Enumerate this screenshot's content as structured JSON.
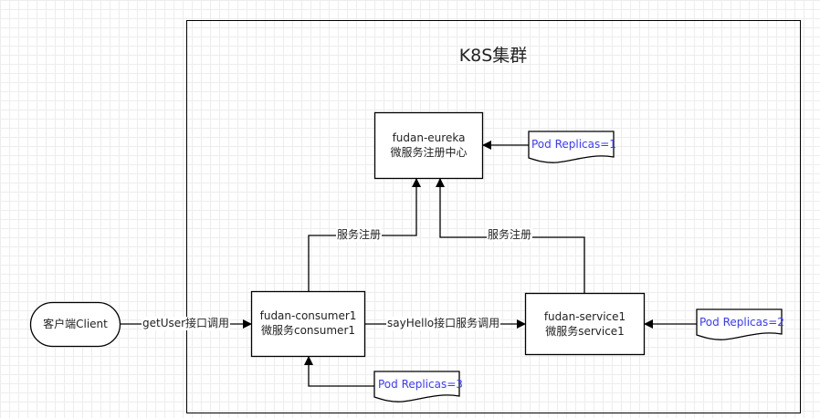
{
  "cluster": {
    "title": "K8S集群"
  },
  "client": {
    "label": "客户端Client"
  },
  "eureka": {
    "name": "fudan-eureka",
    "desc": "微服务注册中心"
  },
  "consumer": {
    "name": "fudan-consumer1",
    "desc": "微服务consumer1"
  },
  "service": {
    "name": "fudan-service1",
    "desc": "微服务service1"
  },
  "replicas": {
    "eureka": "Pod Replicas=1",
    "service": "Pod Replicas=2",
    "consumer": "Pod Replicas=3"
  },
  "edges": {
    "client_to_consumer": "getUser接口调用",
    "consumer_to_service": "sayHello接口服务调用",
    "consumer_register": "服务注册",
    "service_register": "服务注册"
  },
  "colors": {
    "stroke": "#000000",
    "pod_text": "#3a3aff",
    "grid": "#ededed"
  }
}
